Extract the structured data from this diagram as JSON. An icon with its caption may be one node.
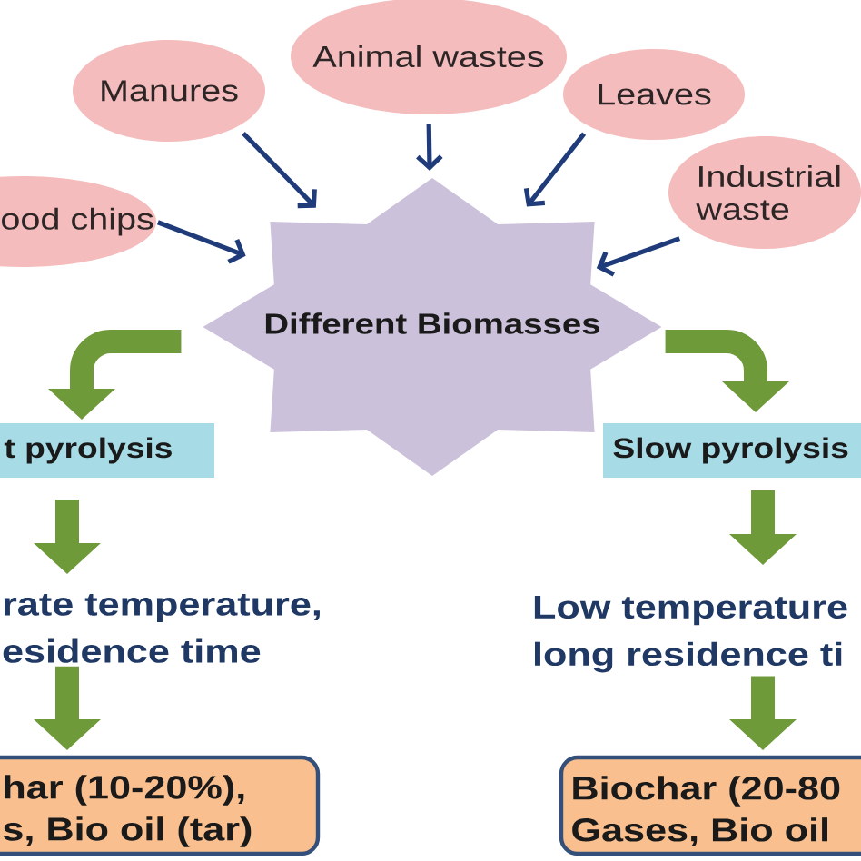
{
  "diagram": {
    "nodes": [
      {
        "text": [
          "Manures"
        ]
      },
      {
        "text": [
          "Animal wastes"
        ]
      },
      {
        "text": [
          "Leaves"
        ]
      },
      {
        "text": [
          "ood chips"
        ]
      },
      {
        "text": [
          "Industrial waste"
        ]
      },
      {
        "text": [
          "Different Biomasses"
        ]
      },
      {
        "text": [
          "t pyrolysis"
        ]
      },
      {
        "text": [
          "Slow pyrolysis"
        ]
      },
      {
        "text": [
          "rate temperature, esidence time"
        ]
      },
      {
        "text": [
          "Low temperature long residence ti"
        ]
      },
      {
        "text": [
          "har (10-20%), s, Bio oil (tar)"
        ]
      },
      {
        "text": [
          "Biochar (20-80 Gases, Bio oil"
        ]
      }
    ],
    "edges": [
      {
        "from": 0,
        "to": 5,
        "arrow": "to",
        "color": "#1f3b7a"
      },
      {
        "from": 1,
        "to": 5,
        "arrow": "to",
        "color": "#1f3b7a"
      },
      {
        "from": 2,
        "to": 5,
        "arrow": "to",
        "color": "#1f3b7a"
      },
      {
        "from": 3,
        "to": 5,
        "arrow": "to",
        "color": "#1f3b7a"
      },
      {
        "from": 4,
        "to": 5,
        "arrow": "to",
        "color": "#1f3b7a"
      },
      {
        "from": 5,
        "to": 6,
        "arrow": "to"
      },
      {
        "from": 5,
        "to": 7,
        "arrow": "to"
      },
      {
        "from": 6,
        "to": 8,
        "arrow": "to"
      },
      {
        "from": 8,
        "to": 10,
        "arrow": "to"
      },
      {
        "from": 7,
        "to": 9,
        "arrow": "to"
      },
      {
        "from": 9,
        "to": 11,
        "arrow": "to"
      }
    ]
  }
}
